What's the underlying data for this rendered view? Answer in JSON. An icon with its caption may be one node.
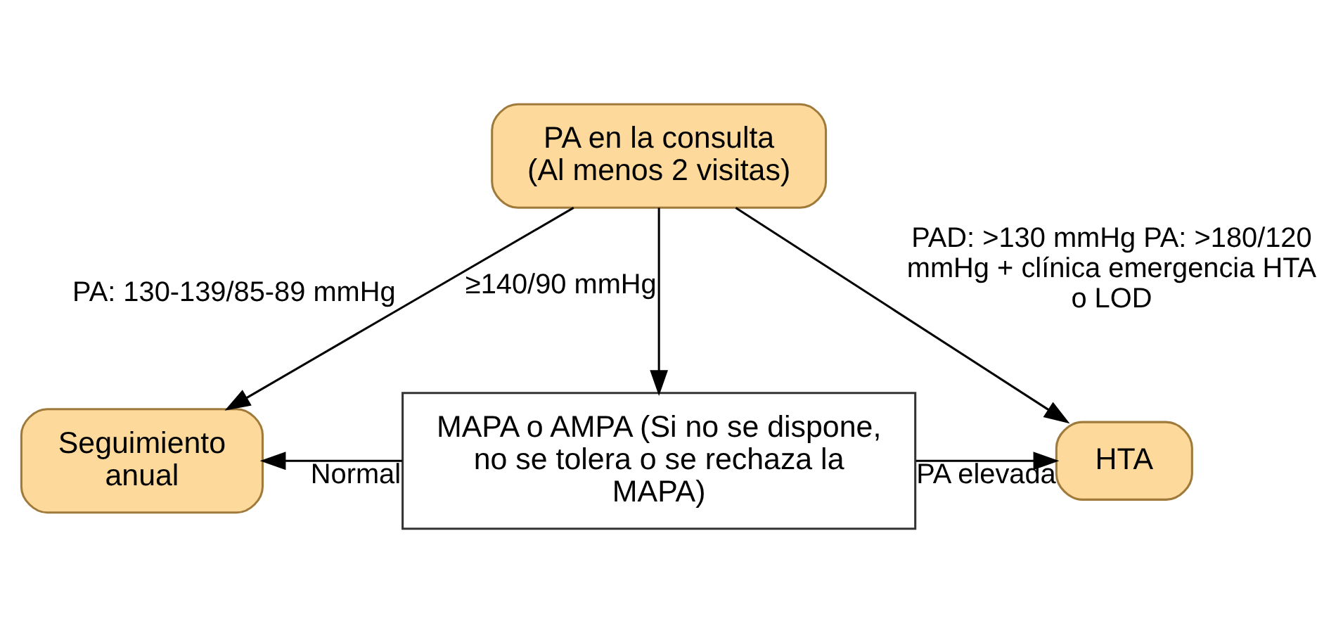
{
  "diagram": {
    "nodes": [
      {
        "text": [
          "PA en la consulta (Al menos 2 visitas)"
        ]
      },
      {
        "text": [
          "Seguimiento anual"
        ]
      },
      {
        "text": [
          "MAPA o AMPA (Si no se dispone, no se tolera o se rechaza la MAPA)"
        ]
      },
      {
        "text": [
          "HTA"
        ]
      }
    ],
    "edges": [
      {
        "from": 0,
        "to": 1,
        "arrow": "to",
        "label": "PA: 130-139/85-89 mmHg"
      },
      {
        "from": 0,
        "to": 2,
        "arrow": "to",
        "label": "≥140/90 mmHg"
      },
      {
        "from": 0,
        "to": 3,
        "arrow": "to",
        "label": "PAD: >130 mmHg PA: >180/120 mmHg + clínica emergencia HTA o LOD"
      },
      {
        "from": 2,
        "to": 1,
        "arrow": "to",
        "label": "Normal"
      },
      {
        "from": 2,
        "to": 3,
        "arrow": "to",
        "label": "PA elevada"
      }
    ]
  }
}
